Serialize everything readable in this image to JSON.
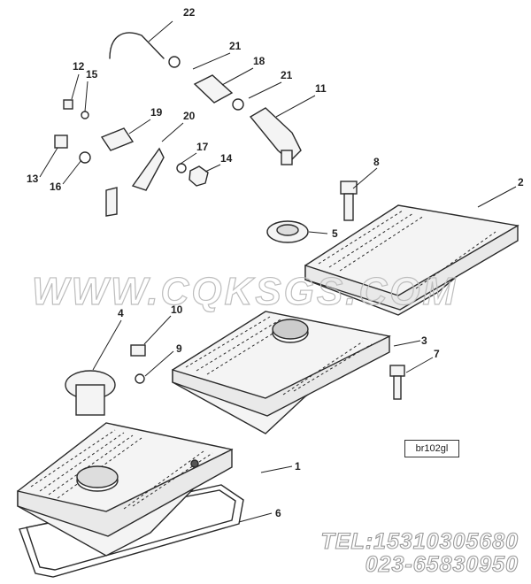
{
  "diagram": {
    "callouts": [
      "22",
      "21",
      "18",
      "21",
      "11",
      "12",
      "15",
      "19",
      "20",
      "17",
      "14",
      "13",
      "16",
      "8",
      "2",
      "5",
      "4",
      "10",
      "9",
      "3",
      "7",
      "1",
      "6"
    ],
    "watermark": "WWW.CQKSGS.COM",
    "drawing_code": "br102gl",
    "contact": {
      "tel": "TEL:15310305680",
      "alt_phone": "023-65830950"
    }
  }
}
